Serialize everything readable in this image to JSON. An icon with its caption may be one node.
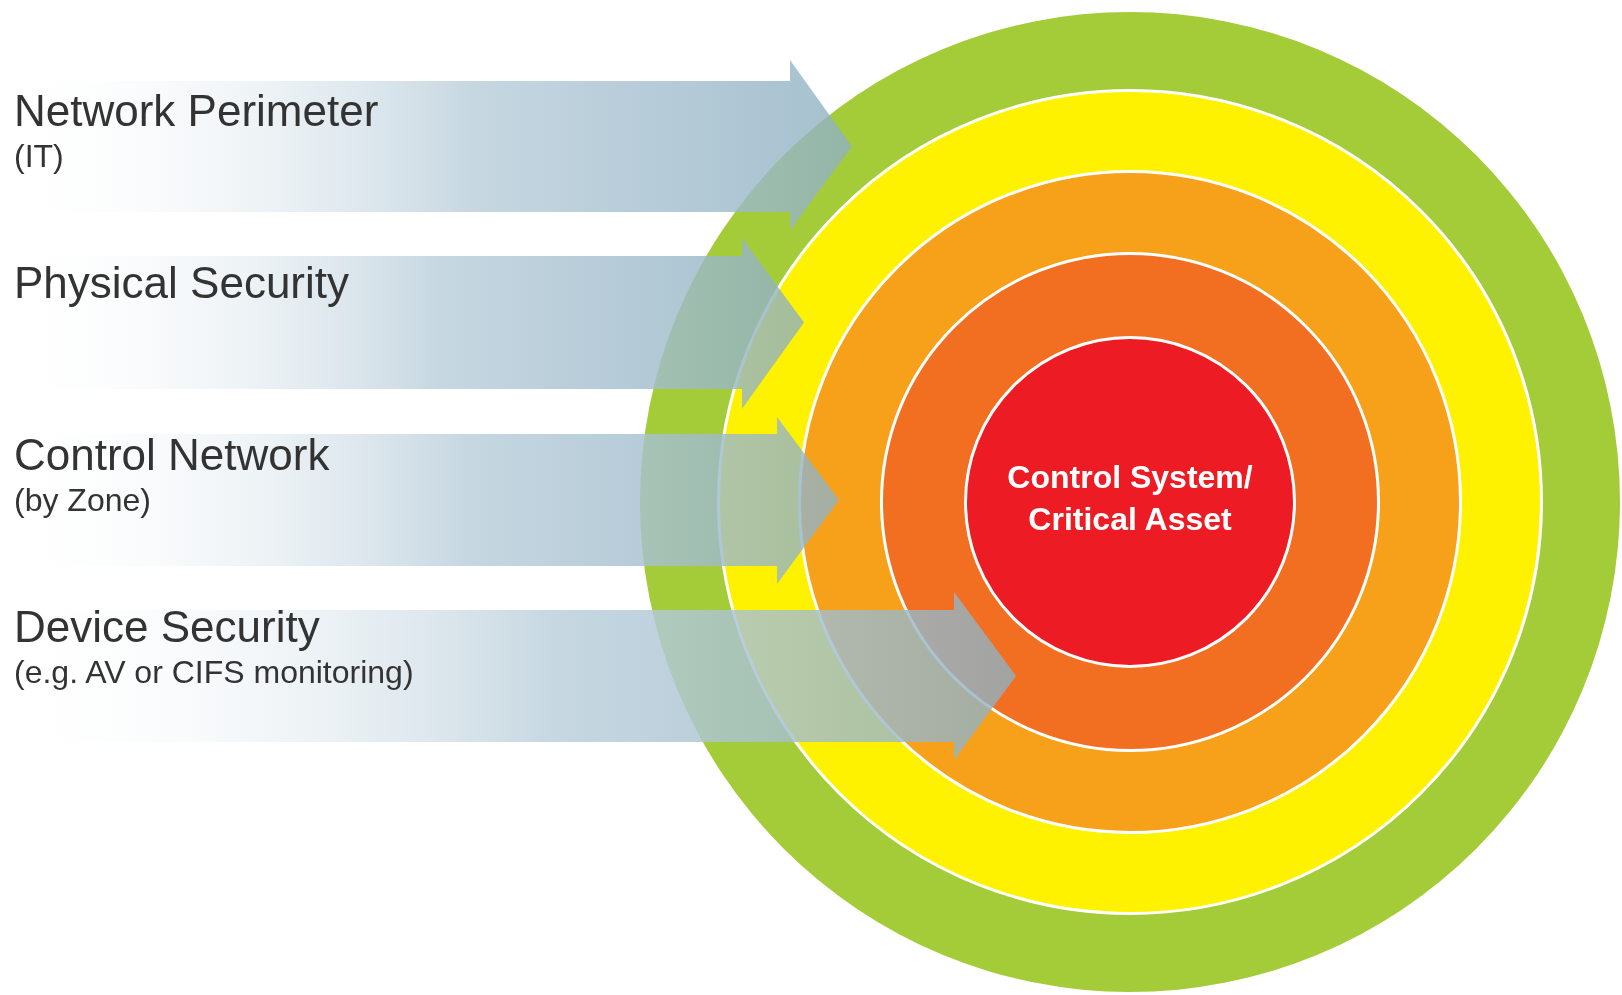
{
  "diagram": {
    "nodes": [
      {
        "text": [
          "Network Perimeter",
          "(IT)"
        ]
      },
      {
        "text": [
          "Physical Security"
        ]
      },
      {
        "text": [
          "Control Network",
          "(by Zone)"
        ]
      },
      {
        "text": [
          "Device Security",
          "(e.g. AV or CIFS monitoring)"
        ]
      },
      {
        "text": [],
        "shape": "circle"
      },
      {
        "text": [],
        "shape": "circle",
        "in": 4
      },
      {
        "text": [],
        "shape": "circle",
        "in": 5
      },
      {
        "text": [],
        "shape": "circle",
        "in": 6
      },
      {
        "text": [
          "Control System/ Critical Asset"
        ],
        "in": 7
      }
    ],
    "edges": [
      {
        "from": 0,
        "to": 4,
        "arrow": "to"
      },
      {
        "from": 1,
        "to": 5,
        "arrow": "to"
      },
      {
        "from": 2,
        "to": 6,
        "arrow": "to"
      },
      {
        "from": 3,
        "to": 7,
        "arrow": "to"
      }
    ]
  }
}
